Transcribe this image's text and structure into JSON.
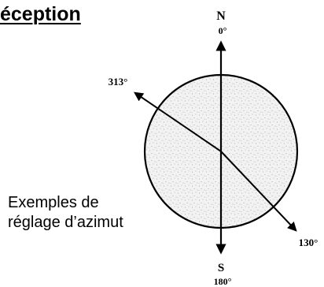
{
  "heading": "éception",
  "caption": {
    "line1": "Exemples de",
    "line2": "réglage d’azimut"
  },
  "compass": {
    "north_letter": "N",
    "north_degrees": "0°",
    "south_letter": "S",
    "south_degrees": "180°",
    "azimuth_a": "313°",
    "azimuth_b": "130°"
  },
  "colors": {
    "ink": "#000000",
    "disc_fill": "#f2f2f2",
    "speckle": "#9a9a9a"
  }
}
